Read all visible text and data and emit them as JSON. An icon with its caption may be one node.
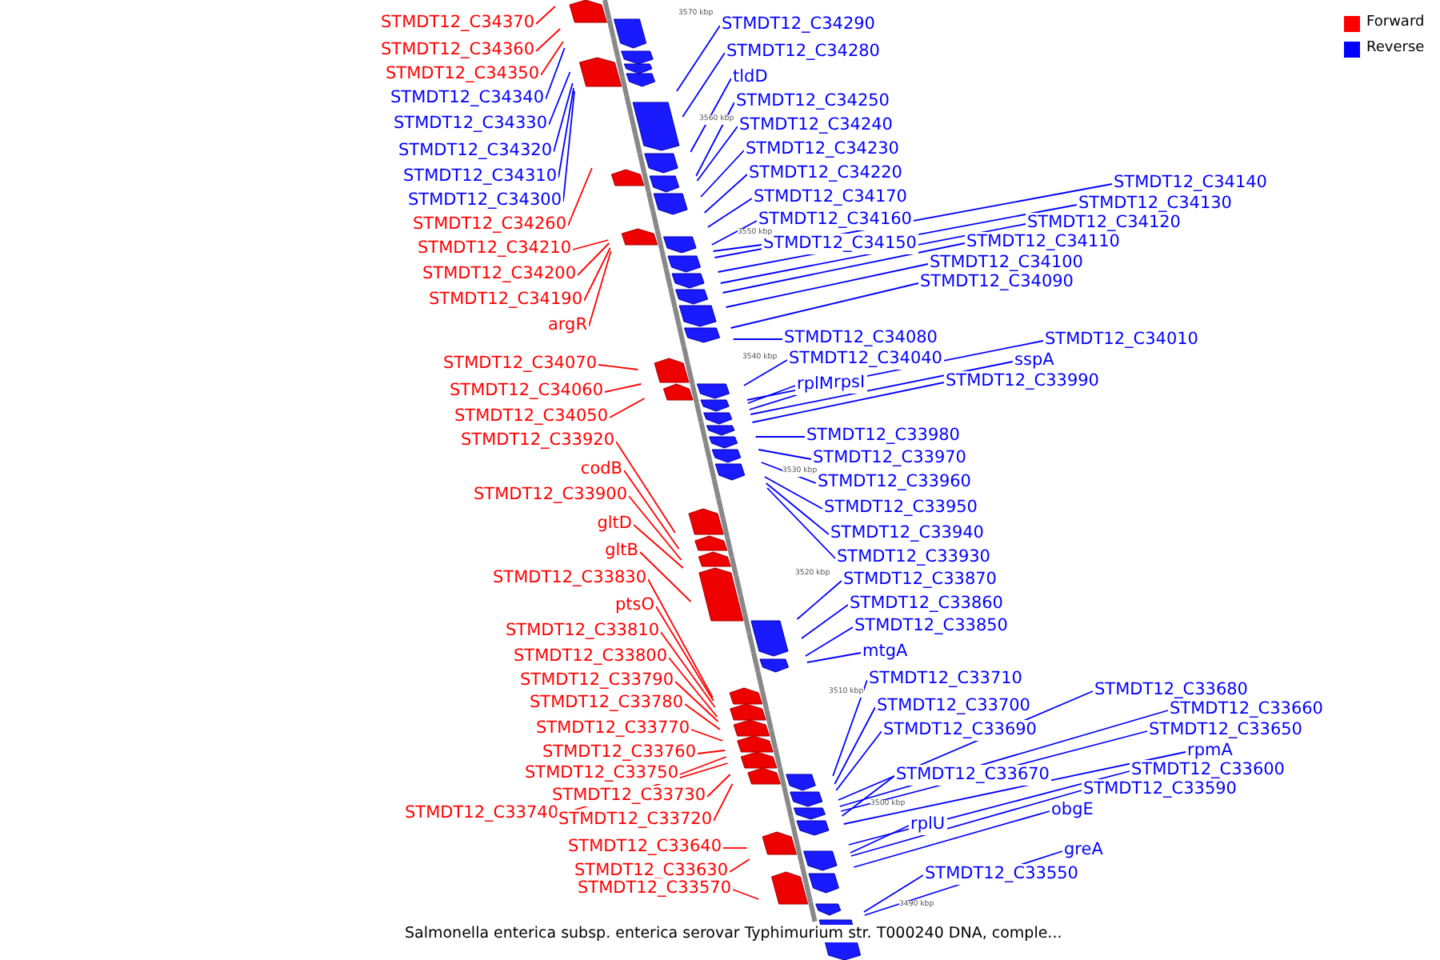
{
  "diagram": {
    "caption": "Salmonella enterica subsp. enterica serovar Typhimurium str. T000240 DNA, comple...",
    "nodes": [
      {
        "text": [
          "STMDT12_C34370"
        ]
      },
      {
        "text": [
          "STMDT12_C34360"
        ]
      },
      {
        "text": [
          "STMDT12_C34350"
        ]
      },
      {
        "text": [
          "STMDT12_C34340"
        ]
      },
      {
        "text": [
          "STMDT12_C34330"
        ]
      },
      {
        "text": [
          "STMDT12_C34320"
        ]
      },
      {
        "text": [
          "STMDT12_C34310"
        ]
      },
      {
        "text": [
          "STMDT12_C34300"
        ]
      },
      {
        "text": [
          "STMDT12_C34260"
        ]
      },
      {
        "text": [
          "STMDT12_C34210"
        ]
      },
      {
        "text": [
          "STMDT12_C34200"
        ]
      },
      {
        "text": [
          "STMDT12_C34190"
        ]
      },
      {
        "text": [
          "argR"
        ]
      },
      {
        "text": [
          "STMDT12_C34070"
        ]
      },
      {
        "text": [
          "STMDT12_C34060"
        ]
      },
      {
        "text": [
          "STMDT12_C34050"
        ]
      },
      {
        "text": [
          "STMDT12_C33920"
        ]
      },
      {
        "text": [
          "codB"
        ]
      },
      {
        "text": [
          "STMDT12_C33900"
        ]
      },
      {
        "text": [
          "gltD"
        ]
      },
      {
        "text": [
          "gltB"
        ]
      },
      {
        "text": [
          "STMDT12_C33830"
        ]
      },
      {
        "text": [
          "ptsO"
        ]
      },
      {
        "text": [
          "STMDT12_C33810"
        ]
      },
      {
        "text": [
          "STMDT12_C33800"
        ]
      },
      {
        "text": [
          "STMDT12_C33790"
        ]
      },
      {
        "text": [
          "STMDT12_C33780"
        ]
      },
      {
        "text": [
          "STMDT12_C33770"
        ]
      },
      {
        "text": [
          "STMDT12_C33760"
        ]
      },
      {
        "text": [
          "STMDT12_C33750"
        ]
      },
      {
        "text": [
          "STMDT12_C33730"
        ]
      },
      {
        "text": [
          "STMDT12_C33740"
        ]
      },
      {
        "text": [
          "STMDT12_C33720"
        ]
      },
      {
        "text": [
          "STMDT12_C33640"
        ]
      },
      {
        "text": [
          "STMDT12_C33630"
        ]
      },
      {
        "text": [
          "STMDT12_C33570"
        ]
      },
      {
        "text": [
          "STMDT12_C34290"
        ]
      },
      {
        "text": [
          "STMDT12_C34280"
        ]
      },
      {
        "text": [
          "tldD"
        ]
      },
      {
        "text": [
          "STMDT12_C34250"
        ]
      },
      {
        "text": [
          "STMDT12_C34240"
        ]
      },
      {
        "text": [
          "STMDT12_C34230"
        ]
      },
      {
        "text": [
          "STMDT12_C34220"
        ]
      },
      {
        "text": [
          "STMDT12_C34170"
        ]
      },
      {
        "text": [
          "STMDT12_C34160"
        ]
      },
      {
        "text": [
          "STMDT12_C34150"
        ]
      },
      {
        "text": [
          "STMDT12_C34140"
        ]
      },
      {
        "text": [
          "STMDT12_C34130"
        ]
      },
      {
        "text": [
          "STMDT12_C34120"
        ]
      },
      {
        "text": [
          "STMDT12_C34110"
        ]
      },
      {
        "text": [
          "STMDT12_C34100"
        ]
      },
      {
        "text": [
          "STMDT12_C34090"
        ]
      },
      {
        "text": [
          "STMDT12_C34080"
        ]
      },
      {
        "text": [
          "STMDT12_C34040"
        ]
      },
      {
        "text": [
          "STMDT12_C34010"
        ]
      },
      {
        "text": [
          "rplM"
        ]
      },
      {
        "text": [
          "rpsI"
        ]
      },
      {
        "text": [
          "sspA"
        ]
      },
      {
        "text": [
          "STMDT12_C33990"
        ]
      },
      {
        "text": [
          "STMDT12_C33980"
        ]
      },
      {
        "text": [
          "STMDT12_C33970"
        ]
      },
      {
        "text": [
          "STMDT12_C33960"
        ]
      },
      {
        "text": [
          "STMDT12_C33950"
        ]
      },
      {
        "text": [
          "STMDT12_C33940"
        ]
      },
      {
        "text": [
          "STMDT12_C33930"
        ]
      },
      {
        "text": [
          "STMDT12_C33870"
        ]
      },
      {
        "text": [
          "STMDT12_C33860"
        ]
      },
      {
        "text": [
          "STMDT12_C33850"
        ]
      },
      {
        "text": [
          "mtgA"
        ]
      },
      {
        "text": [
          "STMDT12_C33710"
        ]
      },
      {
        "text": [
          "STMDT12_C33700"
        ]
      },
      {
        "text": [
          "STMDT12_C33690"
        ]
      },
      {
        "text": [
          "STMDT12_C33680"
        ]
      },
      {
        "text": [
          "STMDT12_C33660"
        ]
      },
      {
        "text": [
          "STMDT12_C33650"
        ]
      },
      {
        "text": [
          "STMDT12_C33670"
        ]
      },
      {
        "text": [
          "rpmA"
        ]
      },
      {
        "text": [
          "STMDT12_C33600"
        ]
      },
      {
        "text": [
          "STMDT12_C33590"
        ]
      },
      {
        "text": [
          "obgE"
        ]
      },
      {
        "text": [
          "rplU"
        ]
      },
      {
        "text": [
          "greA"
        ]
      },
      {
        "text": [
          "STMDT12_C33550"
        ]
      }
    ],
    "edges": [
      {
        "from": 0,
        "to": null,
        "arrow": "none",
        "color": "#ff0000"
      },
      {
        "from": 1,
        "to": null,
        "arrow": "none",
        "color": "#ff0000"
      },
      {
        "from": 2,
        "to": null,
        "arrow": "none",
        "color": "#ff0000"
      },
      {
        "from": 3,
        "to": null,
        "arrow": "none"
      },
      {
        "from": 4,
        "to": null,
        "arrow": "none"
      },
      {
        "from": 5,
        "to": null,
        "arrow": "none"
      },
      {
        "from": 6,
        "to": null,
        "arrow": "none"
      },
      {
        "from": 7,
        "to": null,
        "arrow": "none"
      },
      {
        "from": 8,
        "to": null,
        "arrow": "none",
        "color": "#ff0000"
      },
      {
        "from": 9,
        "to": null,
        "arrow": "none",
        "color": "#ff0000"
      },
      {
        "from": 10,
        "to": null,
        "arrow": "none",
        "color": "#ff0000"
      },
      {
        "from": 11,
        "to": null,
        "arrow": "none",
        "color": "#ff0000"
      },
      {
        "from": 12,
        "to": null,
        "arrow": "none",
        "color": "#ff0000"
      },
      {
        "from": 13,
        "to": null,
        "arrow": "none",
        "color": "#ff0000"
      },
      {
        "from": 14,
        "to": null,
        "arrow": "none",
        "color": "#ff0000"
      },
      {
        "from": 15,
        "to": null,
        "arrow": "none",
        "color": "#ff0000"
      },
      {
        "from": 16,
        "to": null,
        "arrow": "none",
        "color": "#ff0000"
      },
      {
        "from": 17,
        "to": null,
        "arrow": "none",
        "color": "#ff0000"
      },
      {
        "from": 18,
        "to": null,
        "arrow": "none",
        "color": "#ff0000"
      },
      {
        "from": 19,
        "to": null,
        "arrow": "none",
        "color": "#ff0000"
      },
      {
        "from": 20,
        "to": null,
        "arrow": "none",
        "color": "#ff0000"
      },
      {
        "from": 21,
        "to": null,
        "arrow": "none",
        "color": "#ff0000"
      },
      {
        "from": 22,
        "to": null,
        "arrow": "none",
        "color": "#ff0000"
      },
      {
        "from": 23,
        "to": null,
        "arrow": "none",
        "color": "#ff0000"
      },
      {
        "from": 24,
        "to": null,
        "arrow": "none",
        "color": "#ff0000"
      },
      {
        "from": 25,
        "to": null,
        "arrow": "none",
        "color": "#ff0000"
      },
      {
        "from": 26,
        "to": null,
        "arrow": "none",
        "color": "#ff0000"
      },
      {
        "from": 27,
        "to": null,
        "arrow": "none",
        "color": "#ff0000"
      },
      {
        "from": 28,
        "to": null,
        "arrow": "none",
        "color": "#ff0000"
      },
      {
        "from": 29,
        "to": null,
        "arrow": "none",
        "color": "#ff0000"
      },
      {
        "from": 30,
        "to": null,
        "arrow": "none",
        "color": "#ff0000"
      },
      {
        "from": 31,
        "to": null,
        "arrow": "none",
        "color": "#ff0000"
      },
      {
        "from": 32,
        "to": null,
        "arrow": "none",
        "color": "#ff0000"
      },
      {
        "from": 33,
        "to": null,
        "arrow": "none",
        "color": "#ff0000"
      },
      {
        "from": 34,
        "to": null,
        "arrow": "none",
        "color": "#ff0000"
      },
      {
        "from": 35,
        "to": null,
        "arrow": "none",
        "color": "#ff0000"
      },
      {
        "from": 36,
        "to": null,
        "arrow": "none"
      },
      {
        "from": 37,
        "to": null,
        "arrow": "none"
      },
      {
        "from": 38,
        "to": null,
        "arrow": "none"
      },
      {
        "from": 39,
        "to": null,
        "arrow": "none"
      },
      {
        "from": 40,
        "to": null,
        "arrow": "none"
      },
      {
        "from": 41,
        "to": null,
        "arrow": "none"
      },
      {
        "from": 42,
        "to": null,
        "arrow": "none"
      },
      {
        "from": 43,
        "to": null,
        "arrow": "none"
      },
      {
        "from": 44,
        "to": null,
        "arrow": "none"
      },
      {
        "from": 45,
        "to": null,
        "arrow": "none"
      },
      {
        "from": 46,
        "to": null,
        "arrow": "none"
      },
      {
        "from": 47,
        "to": null,
        "arrow": "none"
      },
      {
        "from": 48,
        "to": null,
        "arrow": "none"
      },
      {
        "from": 49,
        "to": null,
        "arrow": "none"
      },
      {
        "from": 50,
        "to": null,
        "arrow": "none"
      },
      {
        "from": 51,
        "to": null,
        "arrow": "none"
      },
      {
        "from": 52,
        "to": null,
        "arrow": "none"
      },
      {
        "from": 53,
        "to": null,
        "arrow": "none"
      },
      {
        "from": 54,
        "to": null,
        "arrow": "none"
      },
      {
        "from": 55,
        "to": null,
        "arrow": "none"
      },
      {
        "from": 56,
        "to": null,
        "arrow": "none"
      },
      {
        "from": 57,
        "to": null,
        "arrow": "none"
      },
      {
        "from": 58,
        "to": null,
        "arrow": "none"
      },
      {
        "from": 59,
        "to": null,
        "arrow": "none"
      },
      {
        "from": 60,
        "to": null,
        "arrow": "none"
      },
      {
        "from": 61,
        "to": null,
        "arrow": "none"
      },
      {
        "from": 62,
        "to": null,
        "arrow": "none"
      },
      {
        "from": 63,
        "to": null,
        "arrow": "none"
      },
      {
        "from": 64,
        "to": null,
        "arrow": "none"
      },
      {
        "from": 65,
        "to": null,
        "arrow": "none"
      },
      {
        "from": 66,
        "to": null,
        "arrow": "none"
      },
      {
        "from": 67,
        "to": null,
        "arrow": "none"
      },
      {
        "from": 68,
        "to": null,
        "arrow": "none"
      },
      {
        "from": 69,
        "to": null,
        "arrow": "none"
      },
      {
        "from": 70,
        "to": null,
        "arrow": "none"
      },
      {
        "from": 71,
        "to": null,
        "arrow": "none"
      },
      {
        "from": 72,
        "to": null,
        "arrow": "none"
      },
      {
        "from": 73,
        "to": null,
        "arrow": "none"
      },
      {
        "from": 74,
        "to": null,
        "arrow": "none"
      },
      {
        "from": 75,
        "to": null,
        "arrow": "none"
      },
      {
        "from": 76,
        "to": null,
        "arrow": "none"
      },
      {
        "from": 77,
        "to": null,
        "arrow": "none"
      },
      {
        "from": 78,
        "to": null,
        "arrow": "none"
      },
      {
        "from": 79,
        "to": null,
        "arrow": "none"
      },
      {
        "from": 80,
        "to": null,
        "arrow": "none"
      },
      {
        "from": 81,
        "to": null,
        "arrow": "none"
      },
      {
        "from": 82,
        "to": null,
        "arrow": "none"
      }
    ],
    "labels": [
      "3570 kbp",
      "3560 kbp",
      "3550 kbp",
      "3540 kbp",
      "3530 kbp",
      "3520 kbp",
      "3510 kbp",
      "3500 kbp",
      "3490 kbp"
    ],
    "legend": [
      {
        "text": "Forward",
        "color": "#ff0000"
      },
      {
        "text": "Reverse",
        "color": "#0000ff"
      }
    ]
  }
}
